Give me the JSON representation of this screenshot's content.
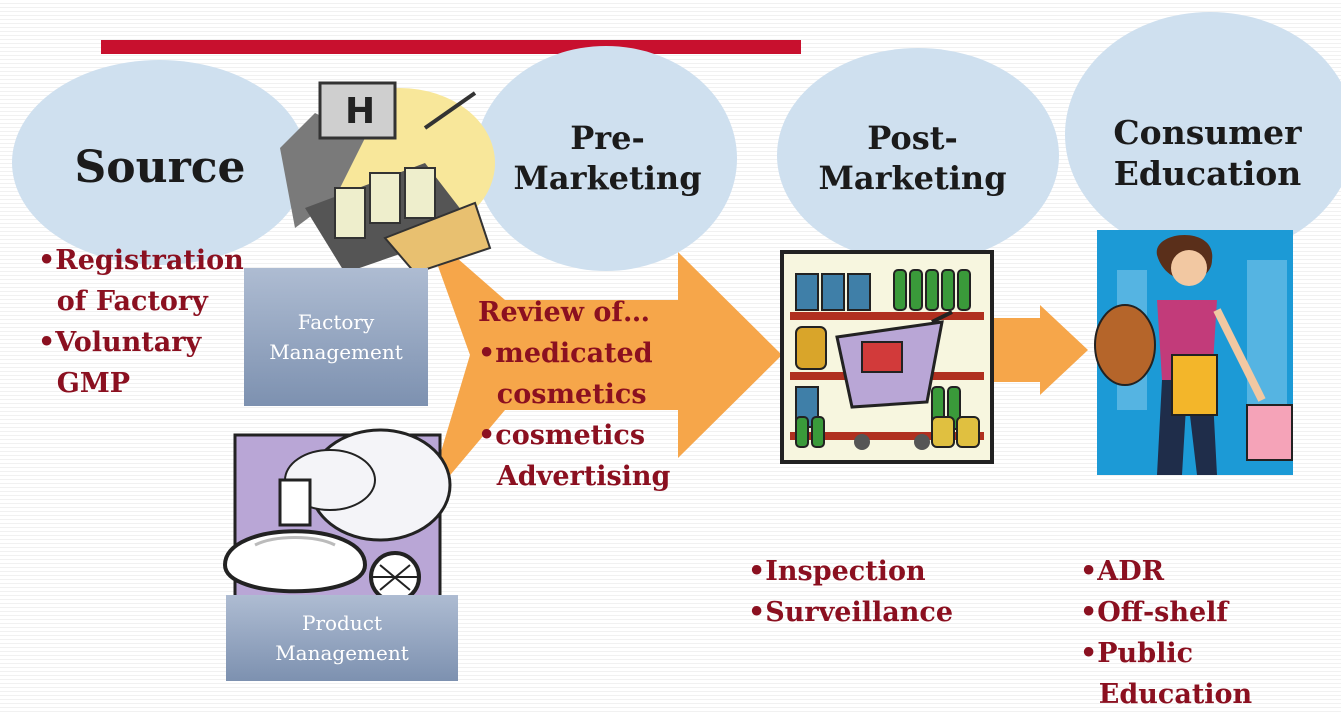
{
  "colors": {
    "accent_red": "#c8102e",
    "text_red": "#8b1020",
    "bubble": "#cfe0ef",
    "arrow_orange": "#f6a64a",
    "label_box": "#8fa2be"
  },
  "stages": {
    "source": "Source",
    "pre_marketing": "Pre-\nMarketing",
    "post_marketing": "Post-\nMarketing",
    "consumer_education": "Consumer\nEducation"
  },
  "source_items": "•Registration\n  of Factory\n•Voluntary\n  GMP",
  "factory_label": "Factory\nManagement",
  "product_label": "Product\nManagement",
  "review_items": "Review of…\n•medicated\n  cosmetics\n•cosmetics\n  Advertising",
  "post_items": "•Inspection\n•Surveillance",
  "consumer_items": "•ADR\n•Off-shelf\n•Public\n  Education",
  "icons": [
    "factory-clipart-icon",
    "perfume-clipart-icon",
    "shopping-cart-shelf-icon",
    "shopper-woman-icon"
  ]
}
